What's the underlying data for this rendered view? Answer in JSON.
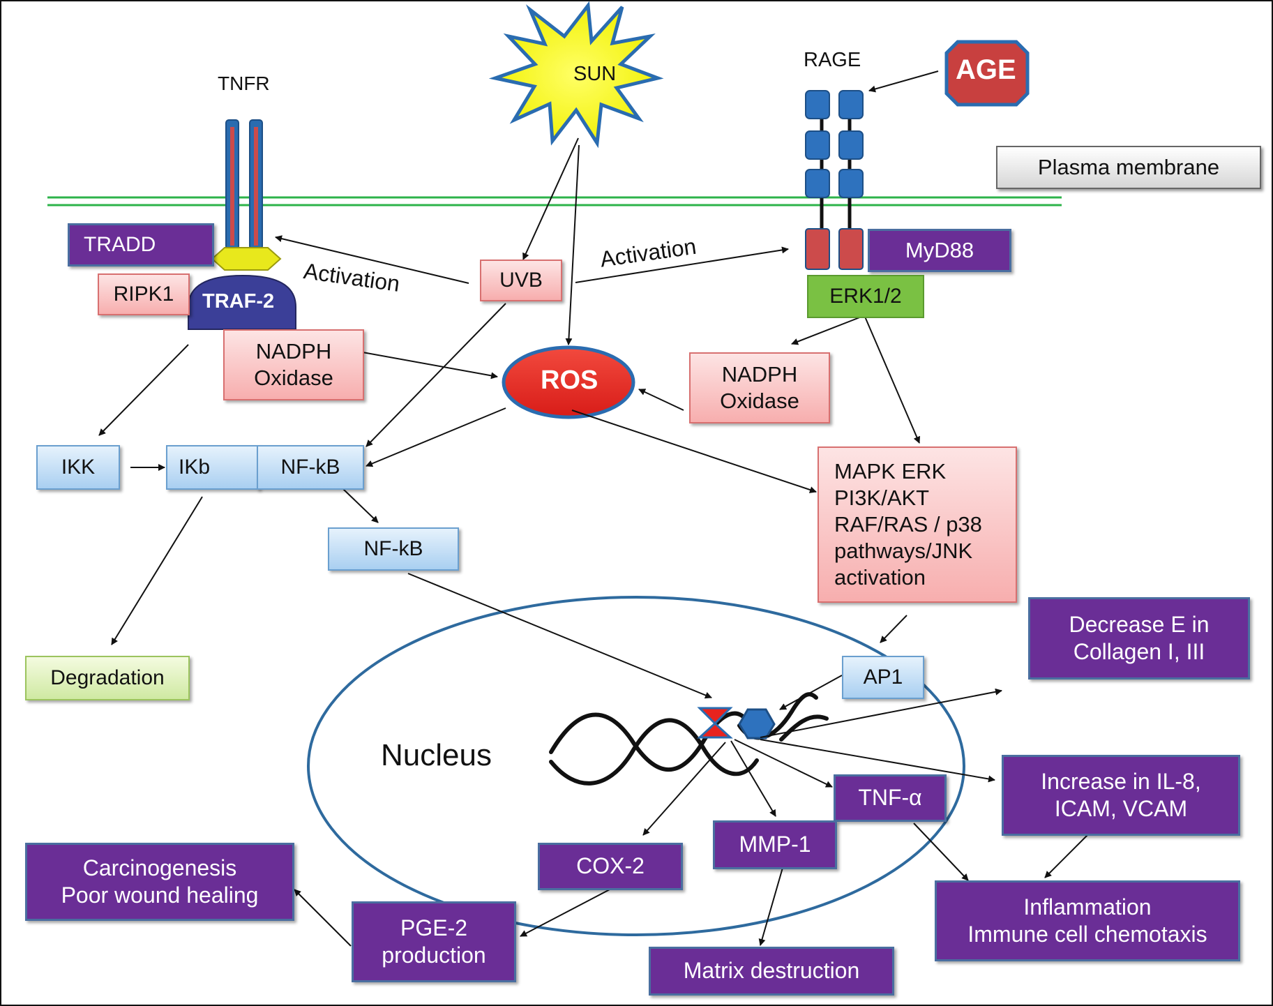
{
  "labels": {
    "tnfr": "TNFR",
    "rage": "RAGE",
    "sun": "SUN",
    "age": "AGE",
    "plasma_membrane": "Plasma membrane",
    "tradd": "TRADD",
    "ripk1": "RIPK1",
    "traf2": "TRAF-2",
    "nadph_left": "NADPH\nOxidase",
    "activation_left": "Activation",
    "activation_right": "Activation",
    "uvb": "UVB",
    "myd88": "MyD88",
    "erk12": "ERK1/2",
    "ros": "ROS",
    "nadph_right": "NADPH\nOxidase",
    "ikk": "IKK",
    "ikb": "IKb",
    "nfkb_complex": "NF-kB",
    "nfkb_free": "NF-kB",
    "mapk": "MAPK ERK\nPI3K/AKT\nRAF/RAS / p38\npathways/JNK\nactivation",
    "degradation": "Degradation",
    "ap1": "AP1",
    "decrease_collagen": "Decrease E in\nCollagen I, III",
    "nucleus": "Nucleus",
    "tnf_alpha": "TNF-α",
    "increase_il8": "Increase in IL-8,\nICAM, VCAM",
    "mmp1": "MMP-1",
    "cox2": "COX-2",
    "carcinogenesis": "Carcinogenesis\nPoor wound healing",
    "pge2": "PGE-2\nproduction",
    "matrix_destruction": "Matrix destruction",
    "inflammation": "Inflammation\nImmune cell chemotaxis"
  },
  "colors": {
    "membrane": "#2db34a",
    "receptor_blue": "#2a6cb0",
    "receptor_red": "#cc4b4b",
    "traf_navy": "#3b3f98",
    "yellow": "#e8e81c",
    "ros_red": "#e8231f",
    "age_red": "#c8403f",
    "purple": "#6a2e96",
    "nucleus_outline": "#2e6a9e"
  }
}
